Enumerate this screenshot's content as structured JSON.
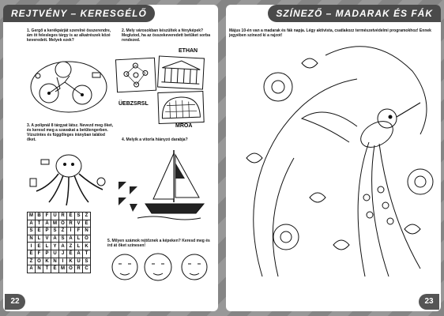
{
  "left": {
    "banner": "REJTVÉNY – KERESGÉLŐ",
    "page_number": "22",
    "q1": "1. Gergő a kerékpárját szerelné összerendre, ám öt felesleges tárgy is az alkatrészek közé keveredett. Melyek ezek?",
    "q2": "2. Mely városokban készültek a fényképek? Meglutod, ha az összekeveredett betűket sorba rendezed.",
    "q3": "3. A polipnál 8 tárgyat látsz. Nevezd meg őket, és keresd meg a szavakat a betűtengerben. Vízszintes és függőleges irányban találod őket.",
    "q4": "4. Melyik a vitorla hiányzó darabja?",
    "q5": "5. Milyen számok rejtőznek a képeken? Keresd meg és írd át őket színesen!",
    "city_labels": [
      "ETHAN",
      "ÜEBZSRSL",
      "MROA"
    ],
    "grid": [
      [
        "M",
        "B",
        "F",
        "Ü",
        "R",
        "É",
        "S",
        "Z"
      ],
      [
        "A",
        "T",
        "Á",
        "M",
        "Ö",
        "R",
        "V",
        "E"
      ],
      [
        "S",
        "E",
        "P",
        "S",
        "Z",
        "Í",
        "F",
        "N"
      ],
      [
        "N",
        "L",
        "V",
        "A",
        "S",
        "A",
        "L",
        "Ó"
      ],
      [
        "I",
        "E",
        "L",
        "Y",
        "A",
        "Z",
        "L",
        "K"
      ],
      [
        "É",
        "F",
        "P",
        "U",
        "J",
        "É",
        "A",
        "T"
      ],
      [
        "Z",
        "O",
        "K",
        "N",
        "I",
        "K",
        "Ü",
        "S"
      ],
      [
        "A",
        "N",
        "T",
        "É",
        "M",
        "O",
        "R",
        "C"
      ]
    ]
  },
  "right": {
    "banner": "SZÍNEZŐ – MADARAK ÉS FÁK",
    "page_number": "23",
    "intro": "Május 10-én van a madarak és fák napja. Légy aktivista, csatlakozz természetvédelmi programokhoz! Ennek jegyében színezd ki a rajzot!"
  }
}
